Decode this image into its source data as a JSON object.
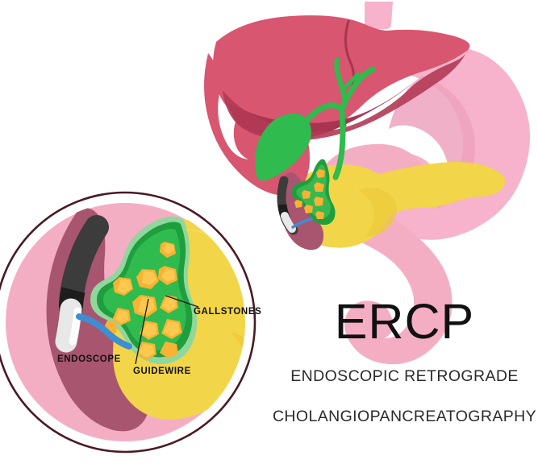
{
  "illustration": {
    "title": "ERCP",
    "subtitle_line1": "ENDOSCOPIC RETROGRADE",
    "subtitle_line2": "CHOLANGIOPANCREATOGRAPHY",
    "labels": {
      "gallstones": "GALLSTONES",
      "guidewire": "GUIDEWIRE",
      "endoscope": "ENDOSCOPE"
    },
    "anatomy_parts": [
      "liver",
      "gallbladder",
      "bile-duct",
      "stomach",
      "duodenum",
      "pancreas",
      "esophagus",
      "endoscope",
      "guidewire",
      "gallstones"
    ],
    "colors": {
      "background": "#ffffff",
      "liver": "#d8566f",
      "liver_shadow": "#b23a55",
      "liver_dark": "#a83550",
      "gallbladder": "#2fbb4e",
      "bile_duct": "#2fbb4e",
      "bile_duct_dark": "#1f9e3e",
      "bile_duct_light": "#7fd38f",
      "stomach": "#f6b3cb",
      "stomach_shade": "#eda2be",
      "duodenum": "#f4aec4",
      "duodenum_lining": "#a8556f",
      "pancreas": "#f2d548",
      "pancreas_shade": "#edc93a",
      "gallstone": "#f9b233",
      "gallstone_light": "#fcc84f",
      "endoscope_shaft": "#3c3c3c",
      "endoscope_band": "#1d1d1d",
      "endoscope_tip": "#e8e8e8",
      "guidewire": "#3d8fd4",
      "circle_outline": "#4a1a24",
      "label_text": "#111111",
      "title_text": "#111111"
    }
  }
}
